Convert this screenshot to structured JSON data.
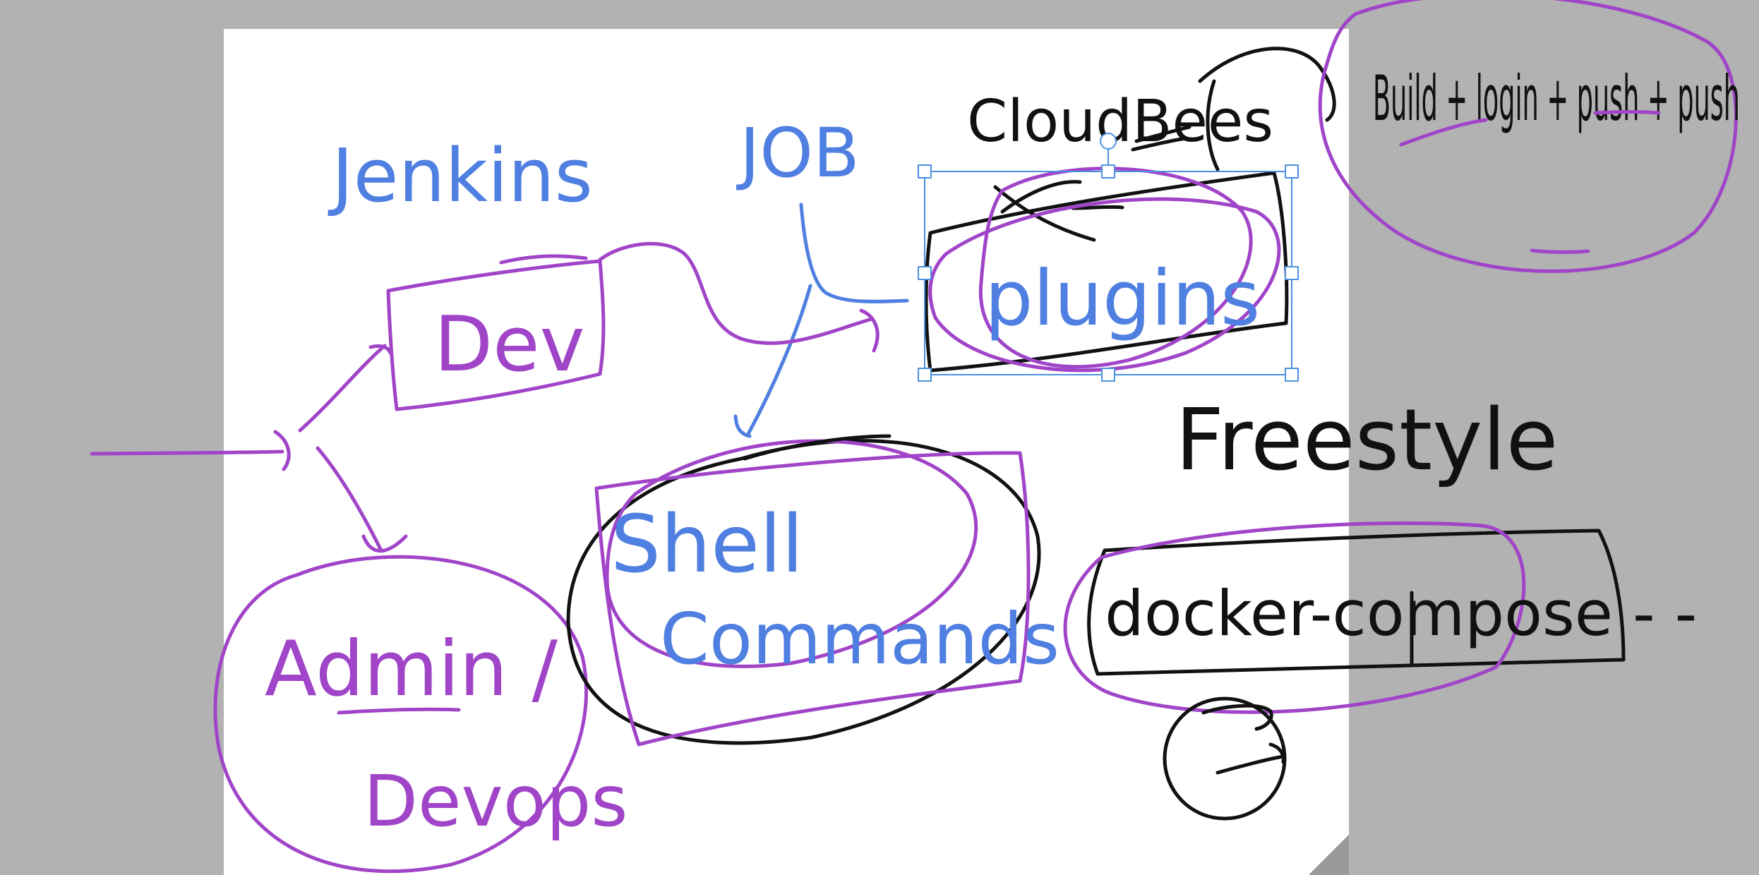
{
  "colors": {
    "workspace": "#b2b2b2",
    "page": "#ffffff",
    "blue_ink": "#4f7fe0",
    "purple_ink": "#a044c8",
    "black_ink": "#111111",
    "selection": "#4a90e2"
  },
  "canvas": {
    "texts": {
      "jenkins": "Jenkins",
      "job": "JOB",
      "cloudbees": "CloudBees",
      "build": "Build + login + push + push",
      "dev": "Dev",
      "plugins": "plugins",
      "freestyle": "Freestyle",
      "shell": "Shell",
      "commands": "Commands",
      "admin": "Admin /",
      "devops": "Devops",
      "docker": "docker-compose - -"
    }
  }
}
